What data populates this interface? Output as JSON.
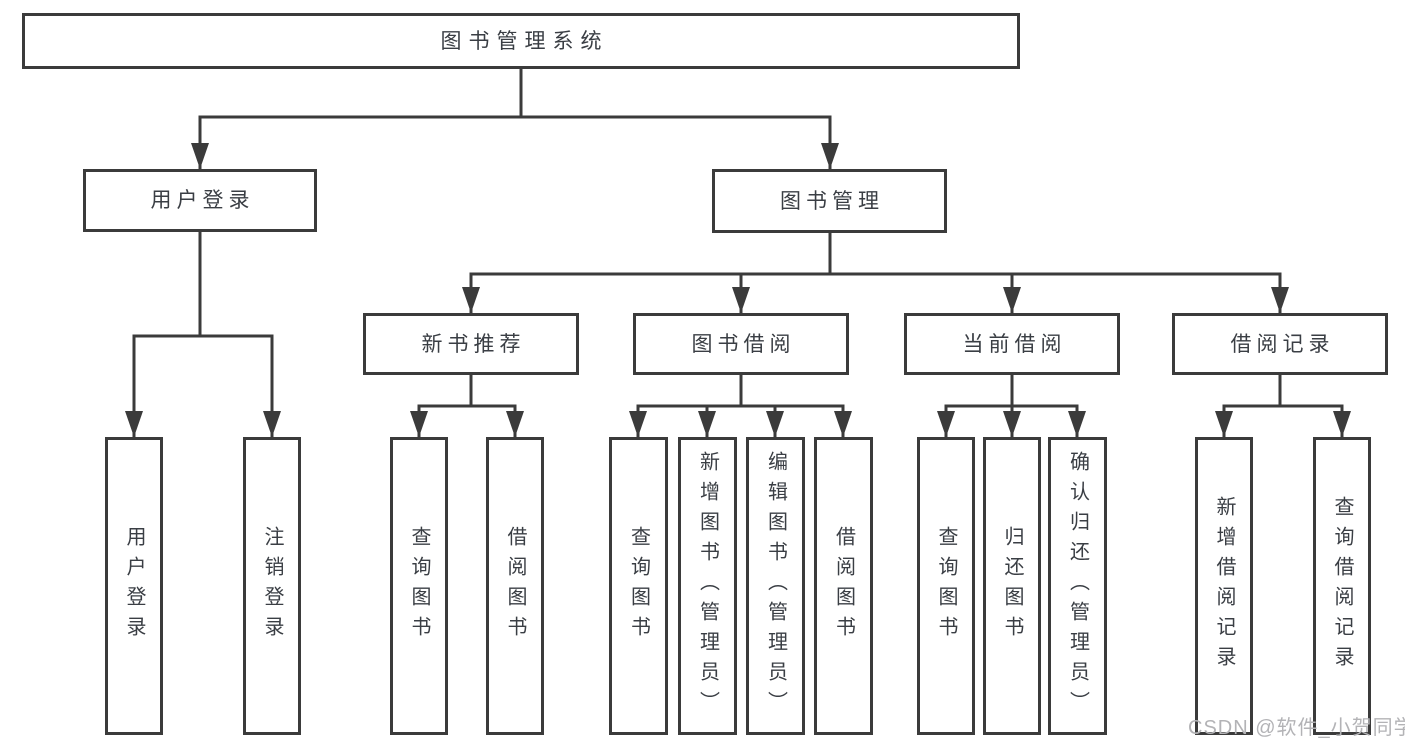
{
  "nodes": {
    "root": "图书管理系统",
    "user_login": "用户登录",
    "book_management": "图书管理",
    "new_book_recommendation": "新书推荐",
    "book_borrowing": "图书借阅",
    "current_borrowing": "当前借阅",
    "borrowing_records": "借阅记录"
  },
  "leaves": {
    "user_login": [
      "用户登录",
      "注销登录"
    ],
    "new_book_recommendation": [
      "查询图书",
      "借阅图书"
    ],
    "book_borrowing": [
      "查询图书",
      "新增图书（管理员）",
      "编辑图书（管理员）",
      "借阅图书"
    ],
    "current_borrowing": [
      "查询图书",
      "归还图书",
      "确认归还（管理员）"
    ],
    "borrowing_records": [
      "新增借阅记录",
      "查询借阅记录"
    ]
  },
  "watermark": "CSDN @软件_小贺同学",
  "colors": {
    "line": "#3b3b3b",
    "text": "#3a3e44",
    "watermark": "#b3b3b6",
    "background": "#ffffff"
  }
}
